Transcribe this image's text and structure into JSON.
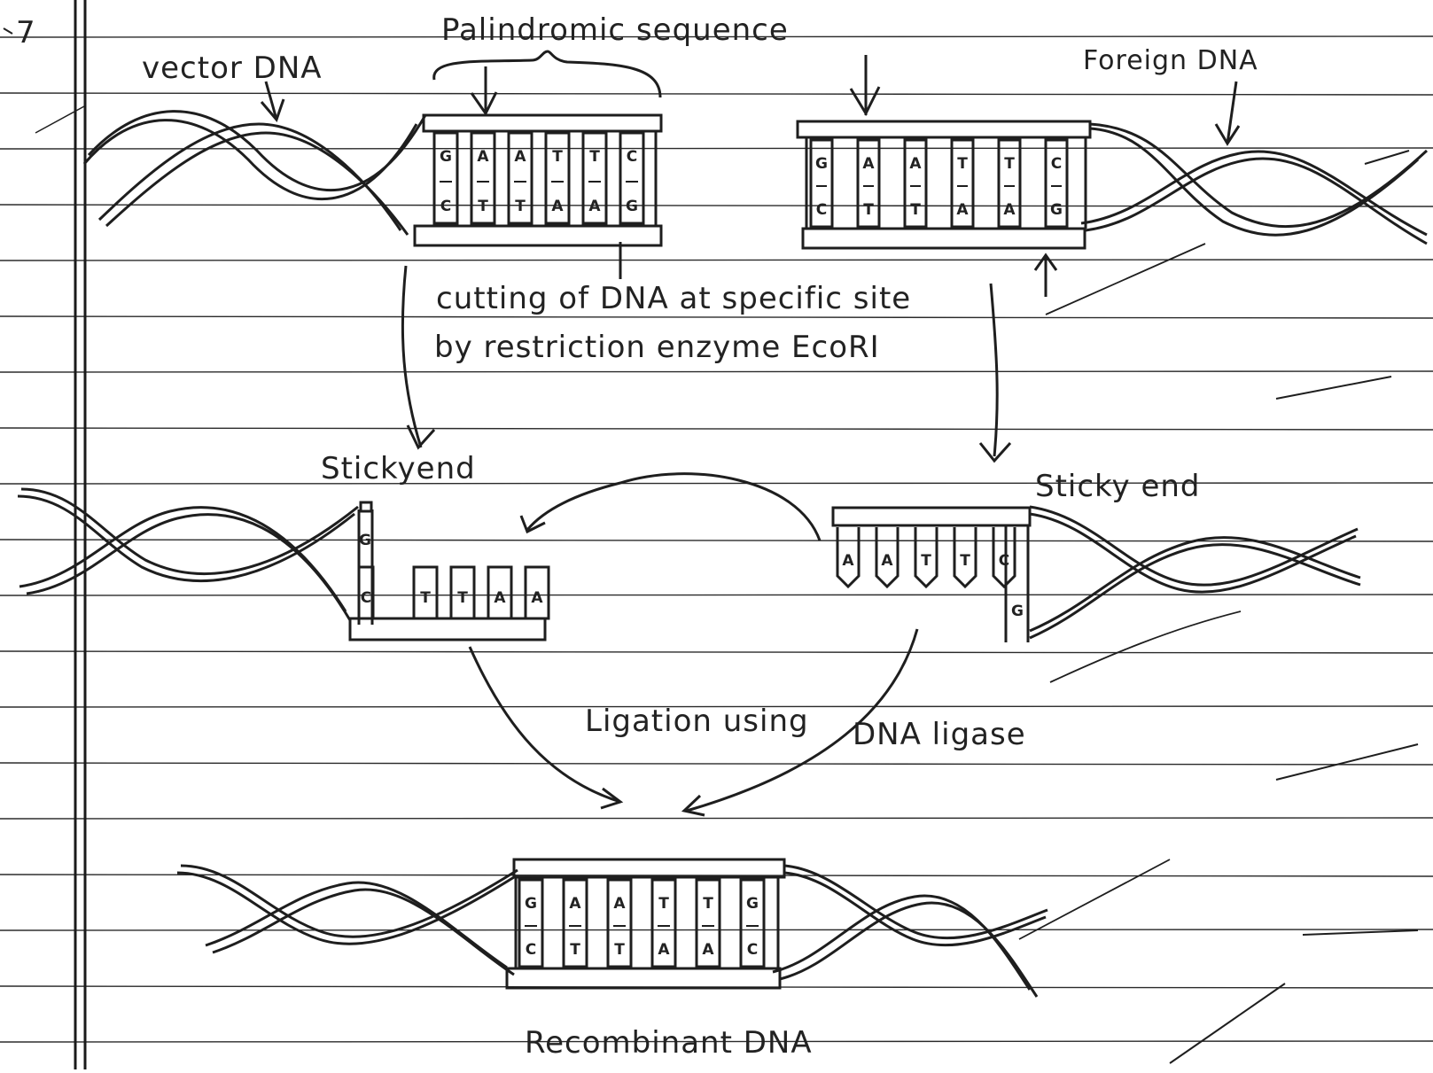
{
  "question_number": "7",
  "colors": {
    "ink": "#1e1e1e",
    "ruled_line": "#2a2a2a",
    "paper": "#ffffff"
  },
  "labels": {
    "palindromic_sequence": "Palindromic sequence",
    "vector_dna": "vector DNA",
    "foreign_dna": "Foreign DNA",
    "cutting_line1": "cutting of DNA at specific site",
    "cutting_line2": "by restriction enzyme EcoRI",
    "sticky_end_left": "Stickyend",
    "sticky_end_right": "Sticky end",
    "ligation": "Ligation using DNA ligase",
    "recombinant": "Recombinant DNA"
  },
  "sequences": {
    "vector_top": [
      "G",
      "A",
      "A",
      "T",
      "T",
      "C"
    ],
    "vector_bottom": [
      "C",
      "T",
      "T",
      "A",
      "A",
      "G"
    ],
    "foreign_top": [
      "G",
      "A",
      "A",
      "T",
      "T",
      "C"
    ],
    "foreign_bottom": [
      "C",
      "T",
      "T",
      "A",
      "A",
      "G"
    ],
    "sticky_left_top": [
      "G"
    ],
    "sticky_left_bottom": [
      "C",
      "T",
      "T",
      "A",
      "A"
    ],
    "sticky_right_top": [
      "A",
      "A",
      "T",
      "T",
      "C"
    ],
    "sticky_right_bottom": [
      "G"
    ],
    "recombinant_top": [
      "G",
      "A",
      "A",
      "T",
      "T",
      "G"
    ],
    "recombinant_bottom": [
      "C",
      "T",
      "T",
      "A",
      "A",
      "C"
    ]
  }
}
